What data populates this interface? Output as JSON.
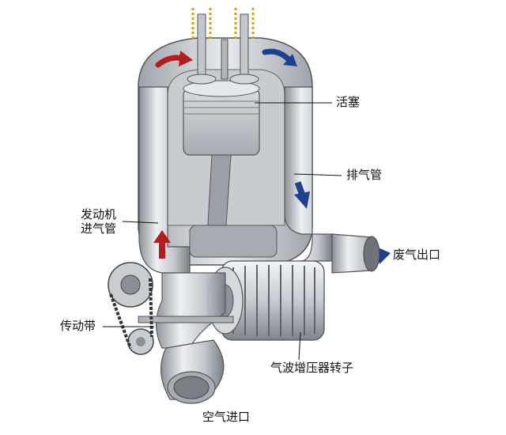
{
  "labels": {
    "piston": "活塞",
    "exhaust_pipe": "排气管",
    "engine_intake_line1": "发动机",
    "engine_intake_line2": "进气管",
    "exhaust_outlet": "废气出口",
    "belt": "传动带",
    "rotor": "气波增压器转子",
    "air_inlet": "空气进口"
  },
  "colors": {
    "intake_arrow": "#b21d1d",
    "exhaust_arrow": "#1f3f8f",
    "metal_light": "#e4e6ea",
    "metal_mid": "#b9bdc4",
    "metal_dark": "#6e737b",
    "chain": "#c9a227"
  },
  "icons": {
    "intake_arrow": "red-arrow-icon",
    "exhaust_arrow": "blue-arrow-icon"
  }
}
